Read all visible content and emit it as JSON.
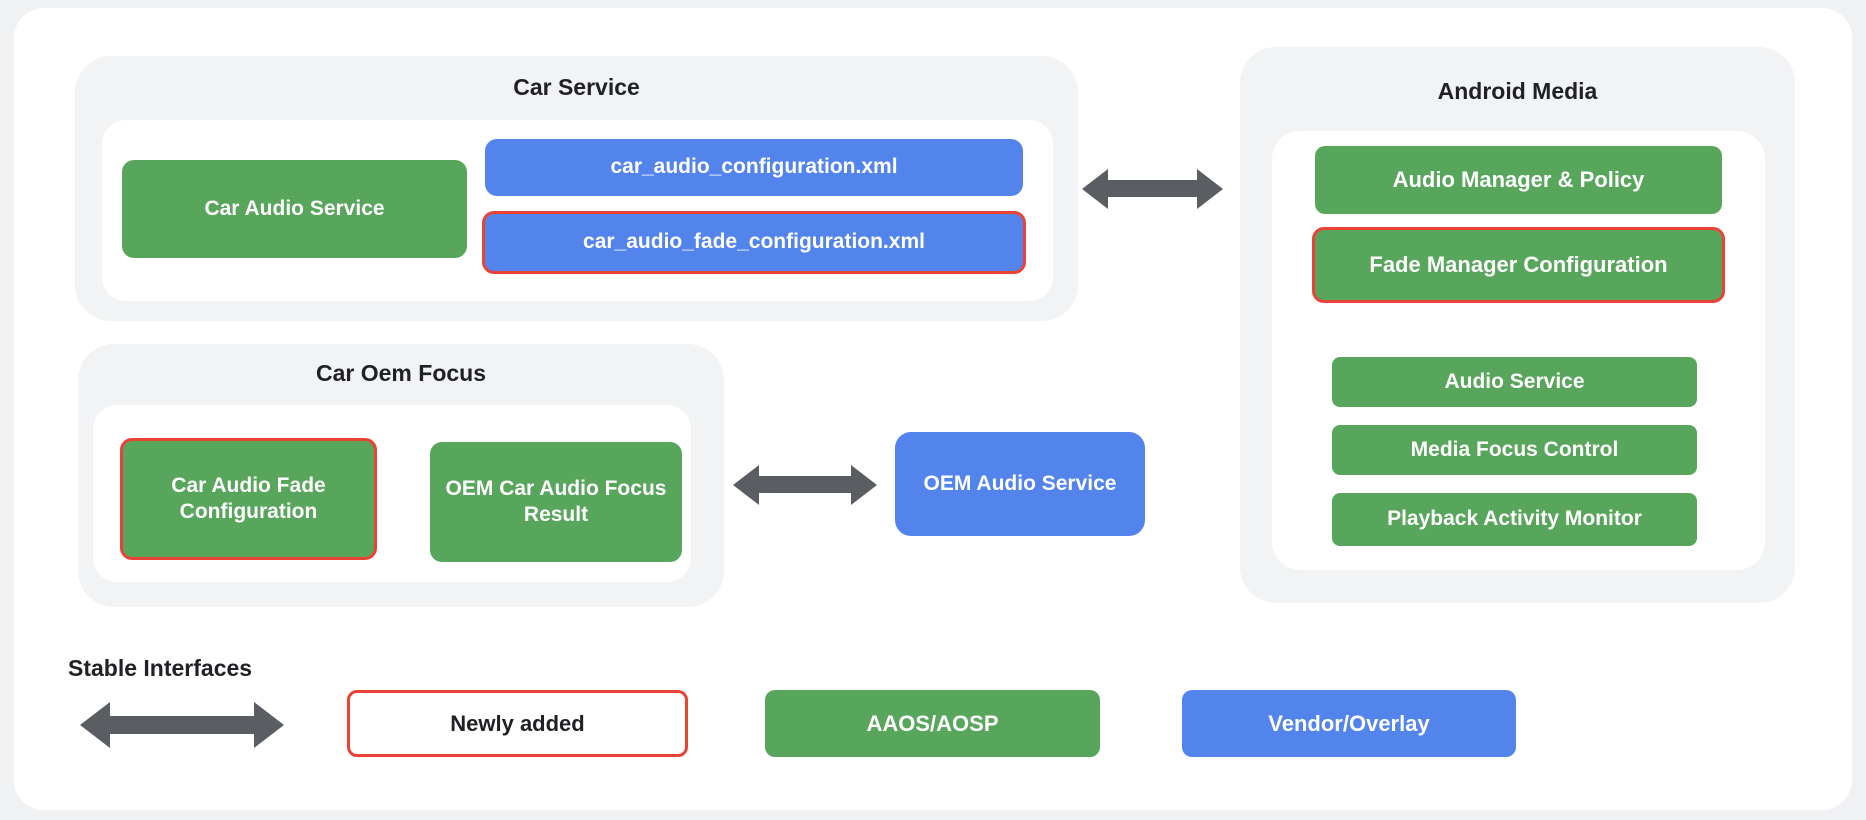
{
  "diagram": {
    "car_service": {
      "title": "Car Service",
      "car_audio_service": "Car Audio Service",
      "car_audio_configuration_xml": "car_audio_configuration.xml",
      "car_audio_fade_configuration_xml": "car_audio_fade_configuration.xml"
    },
    "car_oem_focus": {
      "title": "Car Oem Focus",
      "car_audio_fade_configuration": "Car Audio Fade Configuration",
      "oem_car_audio_focus_result": "OEM Car Audio Focus Result"
    },
    "android_media": {
      "title": "Android Media",
      "audio_manager_policy": "Audio Manager & Policy",
      "fade_manager_configuration": "Fade Manager Configuration",
      "audio_service": "Audio Service",
      "media_focus_control": "Media Focus Control",
      "playback_activity_monitor": "Playback Activity Monitor"
    },
    "oem_audio_service": "OEM Audio Service"
  },
  "legend": {
    "stable_interfaces": "Stable Interfaces",
    "newly_added": "Newly added",
    "aaos_aosp": "AAOS/AOSP",
    "vendor_overlay": "Vendor/Overlay"
  },
  "colors": {
    "aosp_green": "#58A55C",
    "vendor_blue": "#5384EC",
    "highlight_red": "#EA4335",
    "arrow_gray": "#5A5E63",
    "section_gray": "#F2F3F4",
    "page_gray": "#EFF1F3",
    "text_dark": "#202124"
  }
}
